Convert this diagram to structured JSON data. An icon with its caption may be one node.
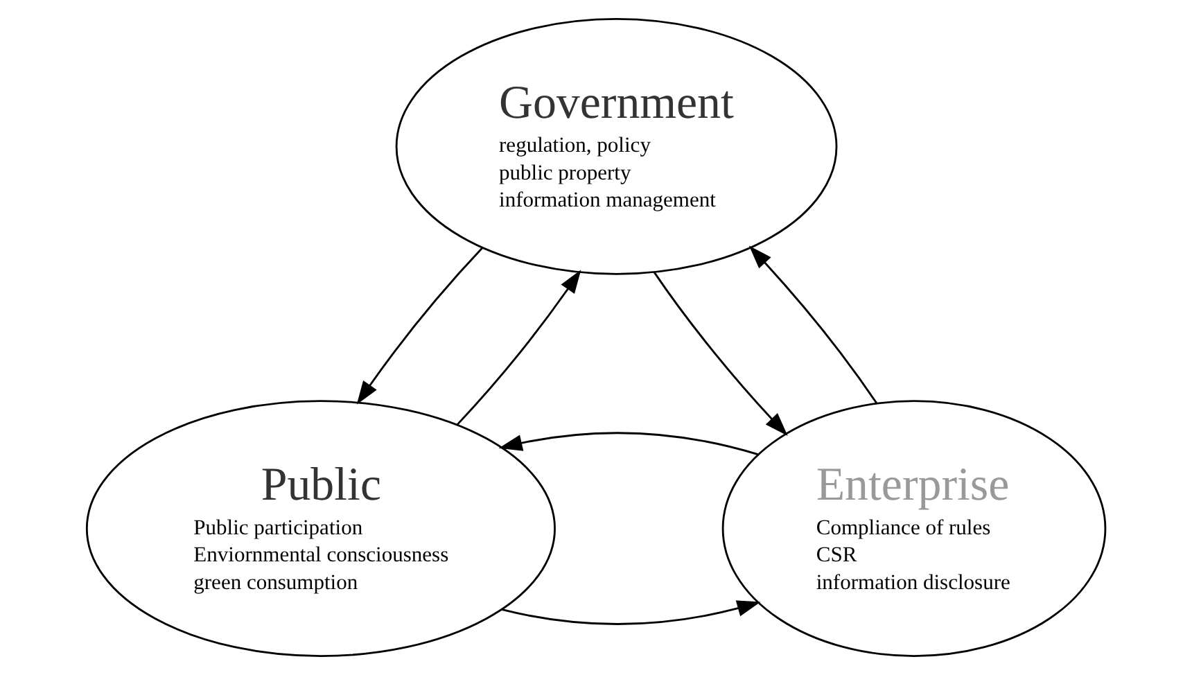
{
  "diagram": {
    "nodes": [
      {
        "text": [
          "Government",
          "regulation, policy",
          "public property",
          "information management"
        ]
      },
      {
        "text": [
          "Public",
          "Public participation",
          "Enviornmental consciousness",
          "green consumption"
        ]
      },
      {
        "text": [
          "Enterprise",
          "Compliance of rules",
          "CSR",
          "information disclosure"
        ]
      }
    ],
    "edges": [
      {
        "from": 0,
        "to": 1,
        "arrow": "to"
      },
      {
        "from": 1,
        "to": 0,
        "arrow": "to"
      },
      {
        "from": 0,
        "to": 2,
        "arrow": "to"
      },
      {
        "from": 2,
        "to": 0,
        "arrow": "to"
      },
      {
        "from": 1,
        "to": 2,
        "arrow": "to"
      },
      {
        "from": 2,
        "to": 1,
        "arrow": "to"
      }
    ]
  }
}
